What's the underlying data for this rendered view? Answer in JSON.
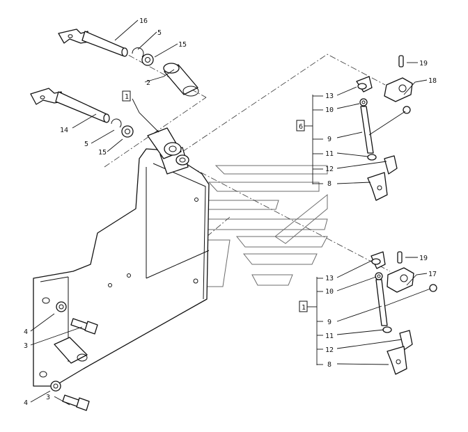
{
  "callouts": {
    "c16": "16",
    "c5a": "5",
    "c15a": "15",
    "c2": "2",
    "c1a": "1",
    "c14": "14",
    "c5b": "5",
    "c15b": "15",
    "c4a": "4",
    "c3a": "3",
    "c4b": "4",
    "c3b": "3",
    "c19a": "19",
    "c18": "18",
    "c13a": "13",
    "c10a": "10",
    "c6": "6",
    "c9a": "9",
    "c11a": "11",
    "c12a": "12",
    "c8a": "8",
    "c19b": "19",
    "c17": "17",
    "c13b": "13",
    "c10b": "10",
    "c1b": "1",
    "c9b": "9",
    "c11b": "11",
    "c12b": "12",
    "c8b": "8"
  }
}
